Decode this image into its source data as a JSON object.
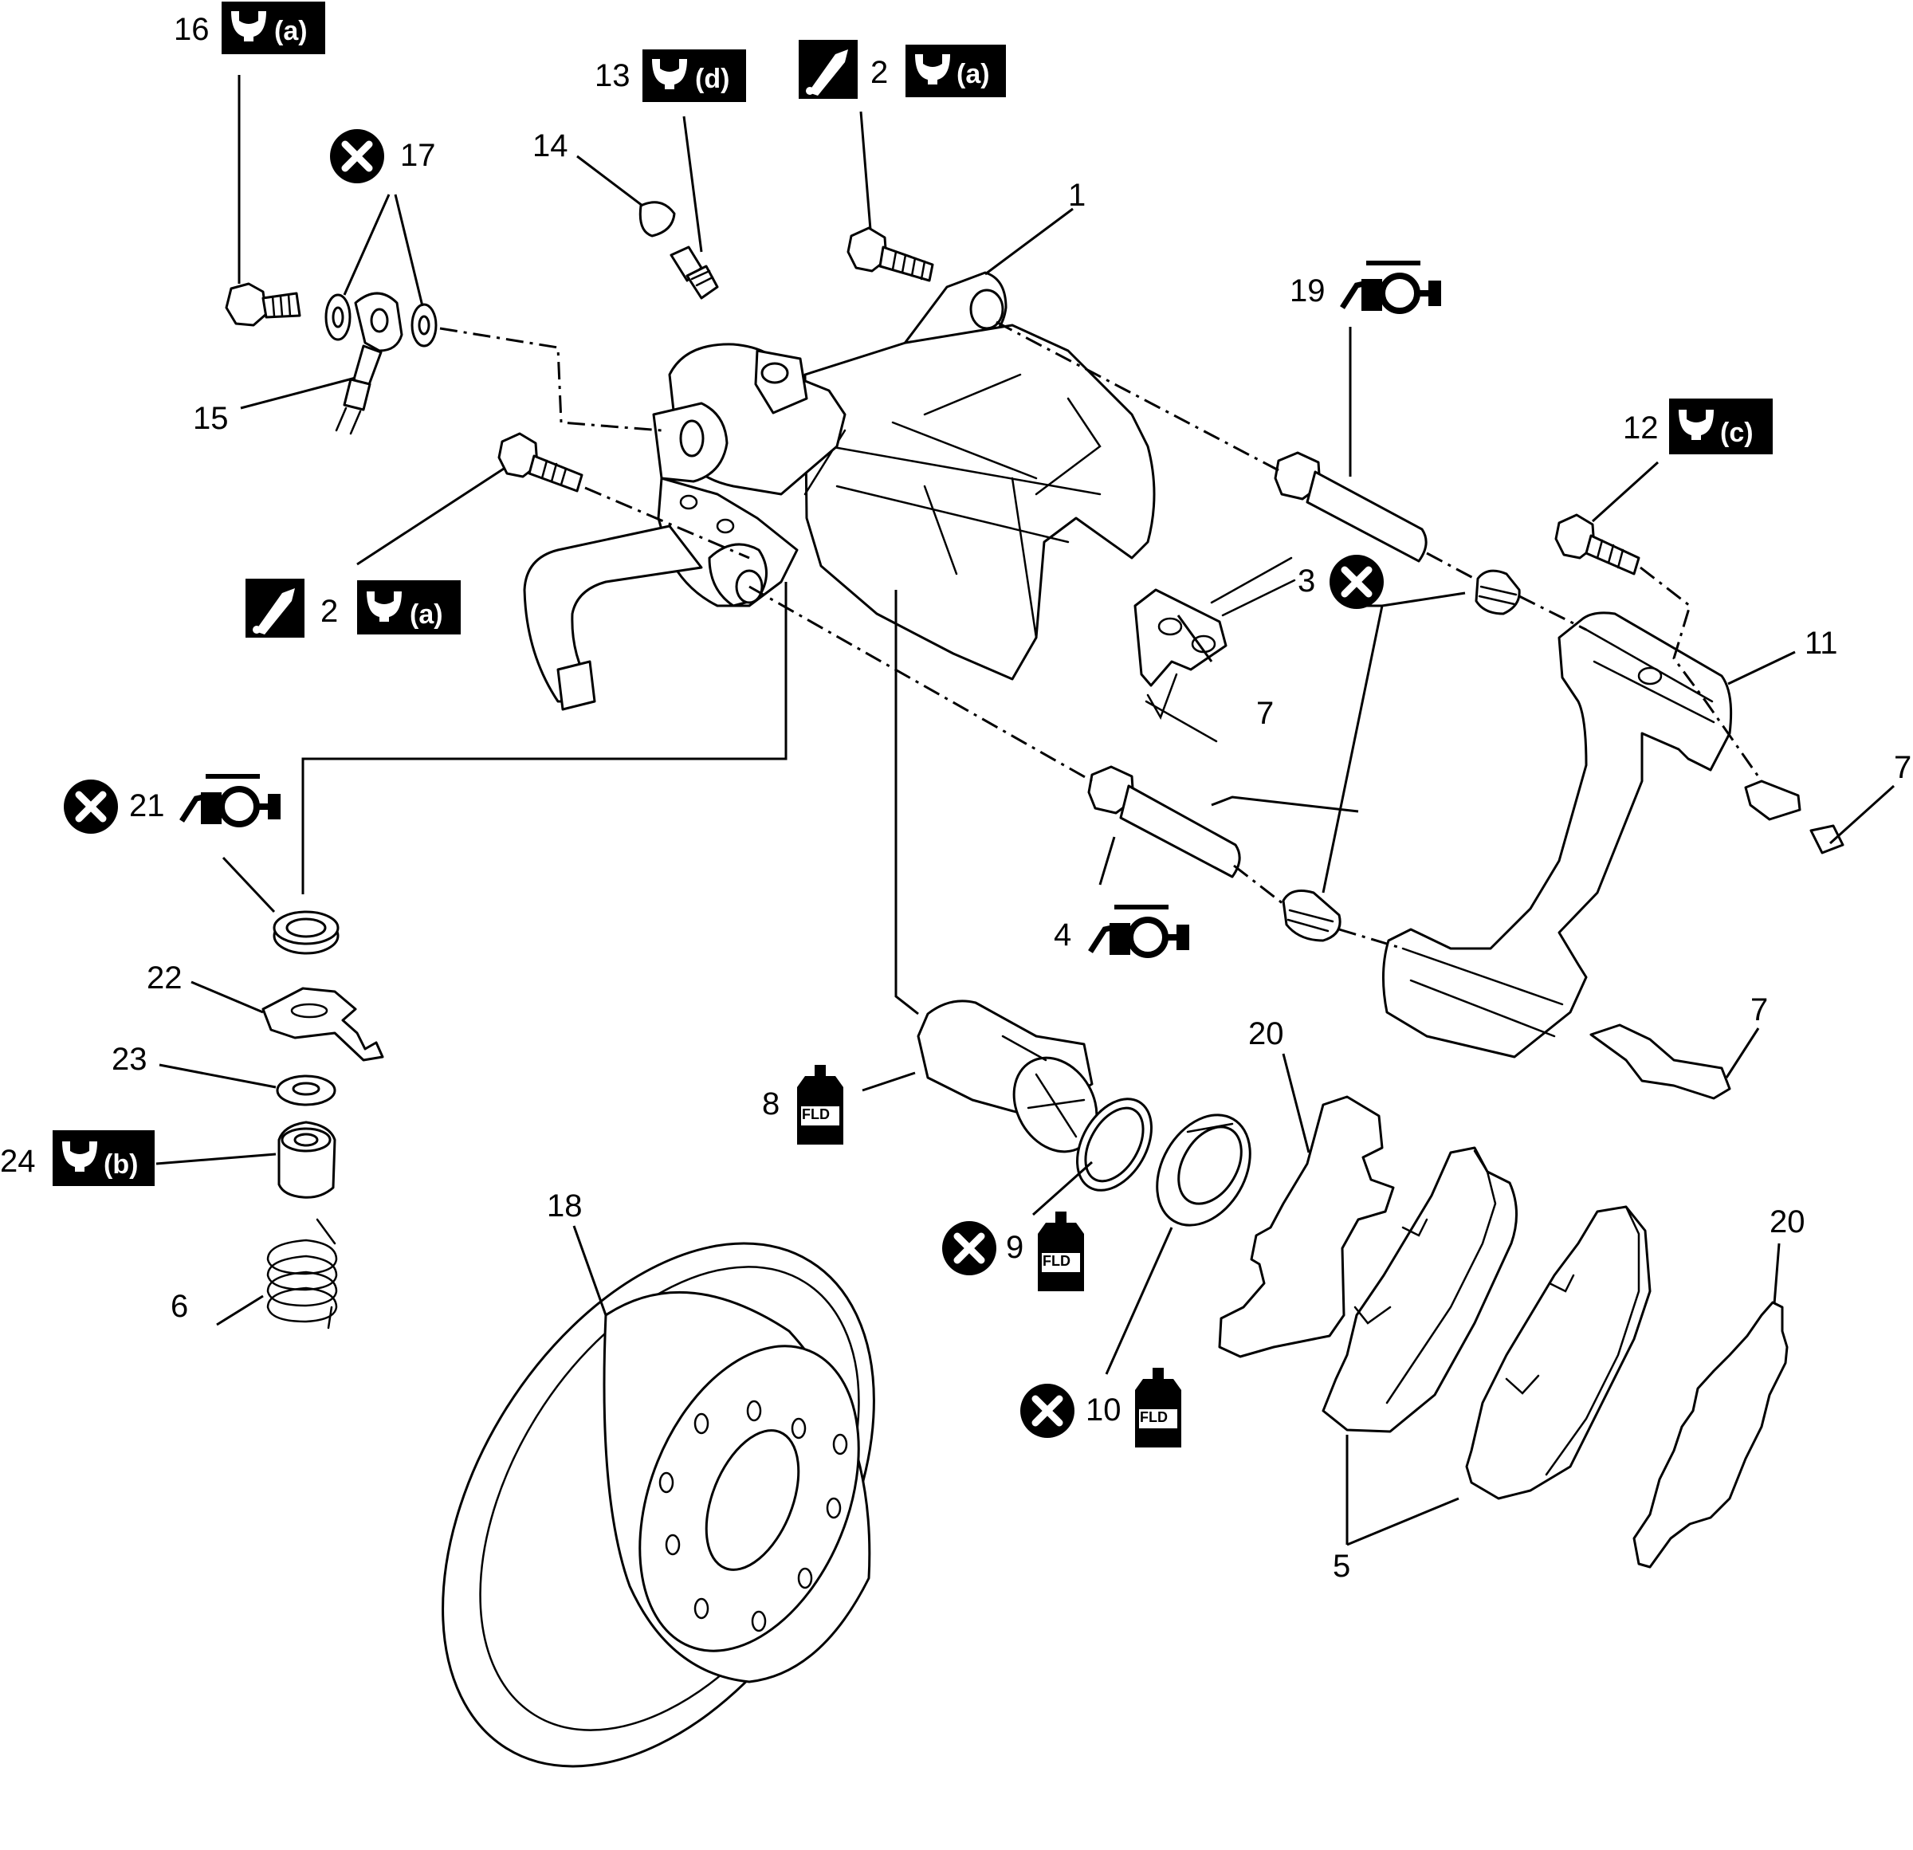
{
  "callouts": {
    "n1": "1",
    "n2": "2",
    "n3": "3",
    "n4": "4",
    "n5": "5",
    "n6": "6",
    "n7": "7",
    "n8": "8",
    "n9": "9",
    "n10": "10",
    "n11": "11",
    "n12": "12",
    "n13": "13",
    "n14": "14",
    "n15": "15",
    "n16": "16",
    "n17": "17",
    "n18": "18",
    "n19": "19",
    "n20": "20",
    "n21": "21",
    "n22": "22",
    "n23": "23",
    "n24": "24"
  },
  "torque_specs": {
    "a": "(a)",
    "b": "(b)",
    "c": "(c)",
    "d": "(d)"
  },
  "fluid_label": "FLD",
  "icons": [
    "torque-wrench-icon",
    "do-not-reuse-icon",
    "apply-thread-lock-icon",
    "grease-icon",
    "brake-fluid-icon"
  ],
  "colors": {
    "line": "#000000",
    "background": "#ffffff"
  }
}
